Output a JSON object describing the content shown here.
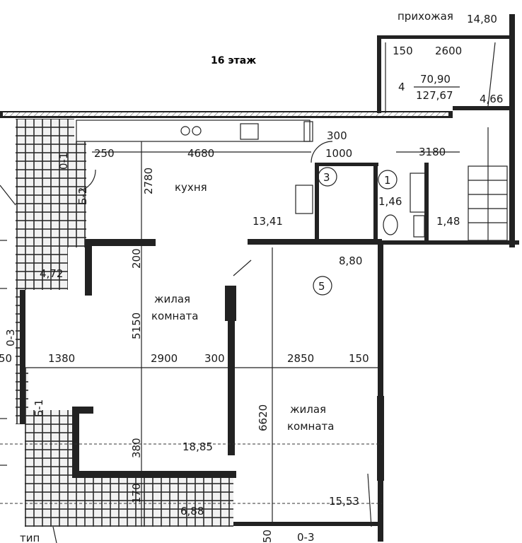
{
  "header": {
    "floor_title": "16 этаж"
  },
  "rooms": {
    "hall": {
      "label": "прихожая",
      "area": "14,80"
    },
    "kitchen": {
      "label": "кухня",
      "area": "13,41"
    },
    "living_room_1": {
      "label_line1": "жилая",
      "label_line2": "комната",
      "area": "18,85"
    },
    "living_room_2": {
      "label_line1": "жилая",
      "label_line2": "комната",
      "area": "15,53"
    },
    "bathroom_1": {
      "area": "1,46"
    },
    "bathroom_2": {
      "area": "1,48"
    },
    "corridor": {
      "area": "8,80"
    },
    "stair_hall": {
      "area": "4,66"
    },
    "balcony_left": {
      "area": "4,72"
    },
    "balcony_bottom": {
      "area": "6,88"
    }
  },
  "apartment": {
    "rooms_count": "4",
    "living_area": "70,90",
    "total_area": "127,67"
  },
  "dimensions": {
    "d150_top": "150",
    "d2600": "2600",
    "d300_top": "300",
    "d250": "250",
    "d4680": "4680",
    "d1000": "1000",
    "d3180": "3180",
    "d2780": "2780",
    "d200": "200",
    "d5150": "5150",
    "d1380": "1380",
    "d2900": "2900",
    "d300_mid": "300",
    "d2850": "2850",
    "d150_mid": "150",
    "d6620": "6620",
    "d380": "380",
    "d170": "170",
    "d50_left": "50",
    "d50_bottom": "50"
  },
  "markers": {
    "m1": "1",
    "m3": "3",
    "m5": "5"
  },
  "codes": {
    "b2": "Б-2",
    "b1": "Б-1",
    "o1": "0-1",
    "o3_left": "0-3",
    "o3_bottom": "0-3",
    "type_label": "тип"
  }
}
